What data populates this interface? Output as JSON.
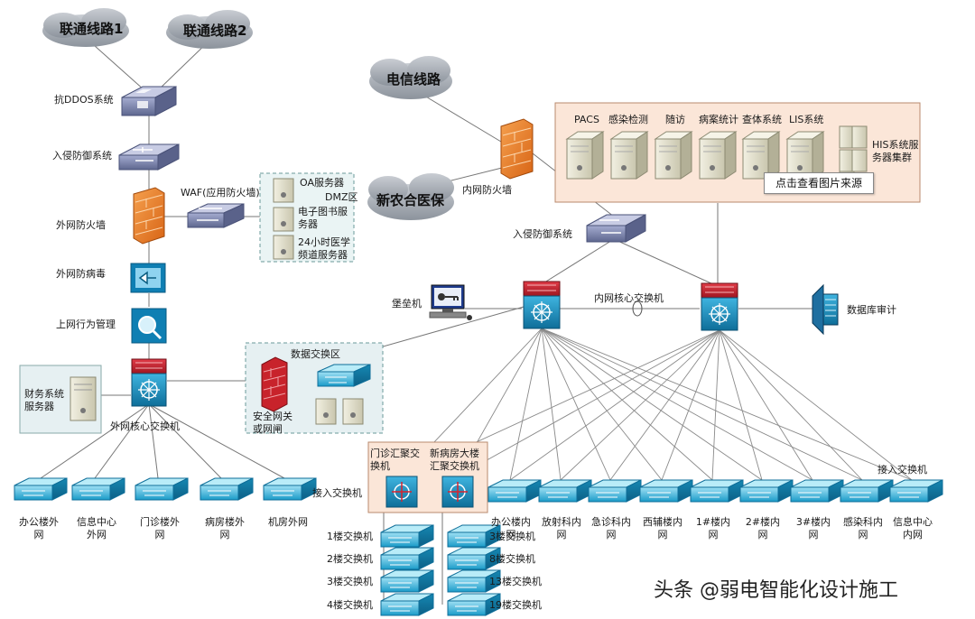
{
  "clouds": {
    "unicom1": "联通线路1",
    "unicom2": "联通线路2",
    "telecom": "电信线路",
    "ncms": "新农合医保"
  },
  "left_chain": {
    "anti_ddos": "抗DDOS系统",
    "ips": "入侵防御系统",
    "firewall": "外网防火墙",
    "antivirus": "外网防病毒",
    "behavior": "上网行为管理",
    "waf": "WAF(应用防火墙)",
    "finance": "财务系统服务器",
    "outer_core": "外网核心交换机",
    "access_label": "接入交换机"
  },
  "dmz": {
    "oa": "OA服务器",
    "title": "DMZ区",
    "library": "电子图书服务器",
    "medical": "24小时医学频道服务器"
  },
  "exchange": {
    "title": "数据交换区",
    "gateway": "安全网关或网闸"
  },
  "outer_access": [
    "办公楼外网",
    "信息中心外网",
    "门诊楼外网",
    "病房楼外网",
    "机房外网"
  ],
  "server_zone": {
    "labels": [
      "PACS",
      "感染检测",
      "随访",
      "病案统计",
      "查体系统",
      "LIS系统"
    ],
    "his": "HIS系统服务器集群"
  },
  "inner": {
    "firewall": "内网防火墙",
    "ips": "入侵防御系统",
    "core": "内网核心交换机",
    "bastion": "堡垒机",
    "db_audit": "数据库审计",
    "access_label": "接入交换机"
  },
  "aggregation": {
    "outpatient": "门诊汇聚交换机",
    "ward": "新病房大楼汇聚交换机",
    "outpatient_floors": [
      "1楼交换机",
      "2楼交换机",
      "3楼交换机",
      "4楼交换机"
    ],
    "ward_floors": [
      "3楼交换机",
      "8楼交换机",
      "13楼交换机",
      "19楼交换机"
    ]
  },
  "inner_access": [
    "办公楼内网",
    "放射科内网",
    "急诊科内网",
    "西辅楼内网",
    "1#楼内网",
    "2#楼内网",
    "3#楼内网",
    "感染科内网",
    "信息中心内网"
  ],
  "tooltip": "点击查看图片来源",
  "watermark": "头条 @弱电智能化设计施工"
}
